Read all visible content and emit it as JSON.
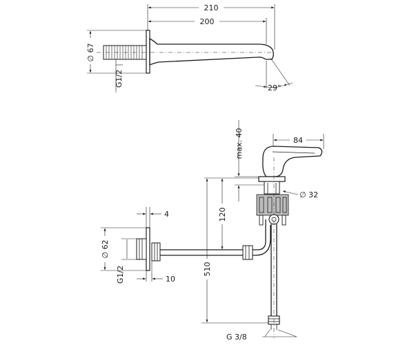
{
  "top_view": {
    "dims": {
      "overall_length": "210",
      "spout_length": "200",
      "flange_diameter": "∅ 67",
      "thread": "G1/2",
      "angle": "29°"
    }
  },
  "bottom_view": {
    "dims": {
      "handle_width": "84",
      "max_lever": "max. 40",
      "body_diameter": "∅ 32",
      "mount_height": "120",
      "overall_depth": "510",
      "thread_bottom": "G 3/8",
      "wall_offset": "4",
      "rosette_diameter": "∅ 62",
      "thread_left": "G1/2",
      "nipple_length": "10"
    }
  }
}
